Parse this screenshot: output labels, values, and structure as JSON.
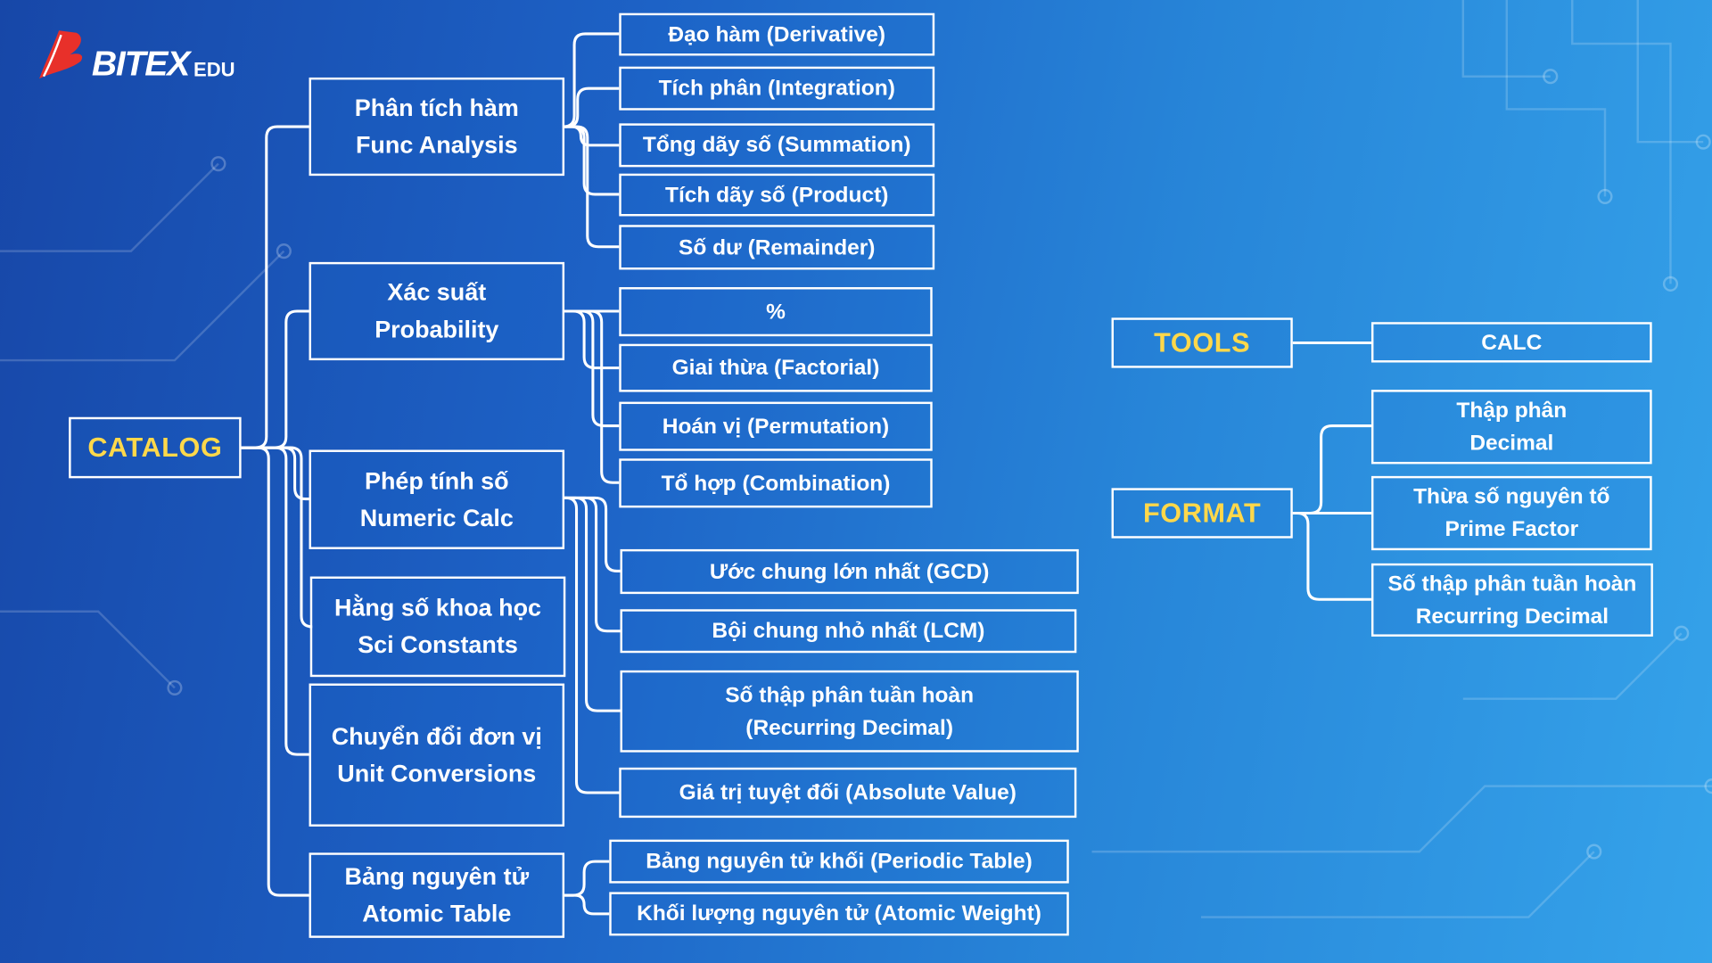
{
  "logo": {
    "brand": "BITEX",
    "suffix": "EDU"
  },
  "catalog": {
    "label": "CATALOG",
    "groups": [
      {
        "vi": "Phân tích hàm",
        "en": "Func Analysis",
        "items": [
          "Đạo hàm (Derivative)",
          "Tích phân (Integration)",
          "Tổng dãy số (Summation)",
          "Tích dãy số (Product)",
          "Số dư (Remainder)"
        ]
      },
      {
        "vi": "Xác suất",
        "en": "Probability",
        "items": [
          "%",
          "Giai thừa (Factorial)",
          "Hoán vị (Permutation)",
          "Tổ hợp (Combination)"
        ]
      },
      {
        "vi": "Phép tính số",
        "en": "Numeric Calc",
        "items": [
          "Ước chung lớn nhất (GCD)",
          "Bội chung nhỏ nhất (LCM)",
          "Số thập phân tuần hoàn",
          "(Recurring Decimal)",
          "Giá trị tuyệt đối (Absolute Value)"
        ]
      },
      {
        "vi": "Hằng số khoa học",
        "en": "Sci Constants",
        "items": []
      },
      {
        "vi": "Chuyển đổi đơn vị",
        "en": "Unit Conversions",
        "items": []
      },
      {
        "vi": "Bảng nguyên tử",
        "en": "Atomic Table",
        "items": [
          "Bảng nguyên tử khối (Periodic Table)",
          "Khối lượng nguyên tử (Atomic Weight)"
        ]
      }
    ]
  },
  "tools": {
    "label": "TOOLS",
    "items": [
      "CALC"
    ]
  },
  "format": {
    "label": "FORMAT",
    "items": [
      {
        "vi": "Thập phân",
        "en": "Decimal"
      },
      {
        "vi": "Thừa số nguyên tố",
        "en": "Prime Factor"
      },
      {
        "vi": "Số thập phân tuần hoàn",
        "en": "Recurring Decimal"
      }
    ]
  },
  "colors": {
    "accent": "#ffd84a",
    "line": "#ffffff"
  }
}
